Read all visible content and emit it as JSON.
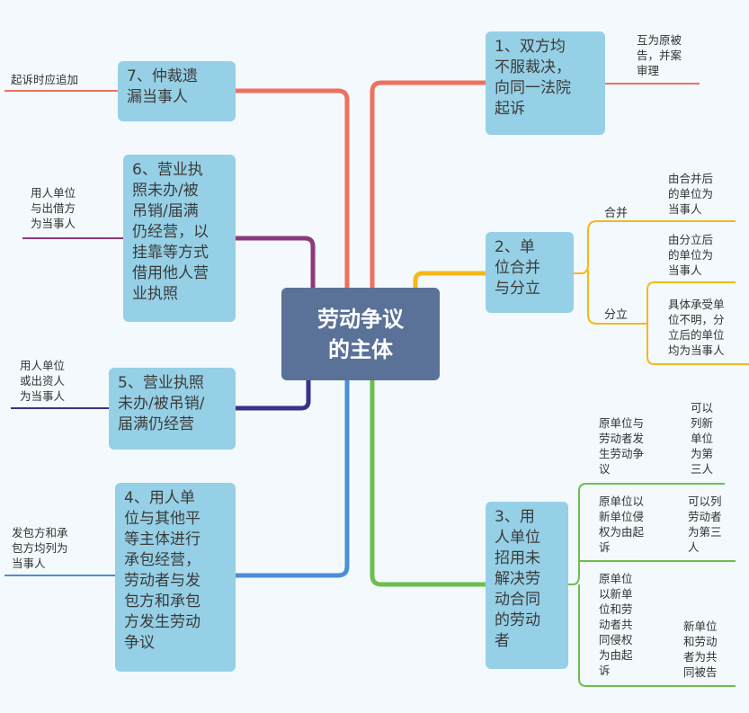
{
  "center": "劳动争议\n的主体",
  "branches": {
    "b1": {
      "label": "1、双方均\n不服裁决，\n向同一法院\n起诉",
      "color": "#f07060",
      "leaf": "互为原被\n告，并案\n审理"
    },
    "b2": {
      "label": "2、单\n位合并\n与分立",
      "color": "#f5b81c",
      "merge_label": "合并",
      "merge_leaf": "由合并后\n的单位为\n当事人",
      "split_label": "分立",
      "split_leaf_1": "由分立后\n的单位为\n当事人",
      "split_leaf_2": "具体承受单\n位不明，分\n立后的单位\n均为当事人"
    },
    "b3": {
      "label": "3、用\n人单位\n招用未\n解决劳\n动合同\n的劳动\n者",
      "color": "#6cbf4f",
      "case1": "原单位与\n劳动者发\n生劳动争\n议",
      "case1_result": "可以\n列新\n单位\n为第\n三人",
      "case2": "原单位以\n新单位侵\n权为由起\n诉",
      "case2_result": "可以列\n劳动者\n为第三\n人",
      "case3": "原单位\n以新单\n位和劳\n动者共\n同侵权\n为由起\n诉",
      "case3_result": "新单位\n和劳动\n者为共\n同被告"
    },
    "b4": {
      "label": "4、用人单\n位与其他平\n等主体进行\n承包经营，\n劳动者与发\n包方和承包\n方发生劳动\n争议",
      "color": "#4a8fd4",
      "leaf": "发包方和承\n包方均列为\n当事人"
    },
    "b5": {
      "label": "5、营业执照\n未办/被吊销/\n届满仍经营",
      "color": "#3d2f8a",
      "leaf": "用人单位\n或出资人\n为当事人"
    },
    "b6": {
      "label": "6、营业执\n照未办/被\n吊销/届满\n仍经营，以\n挂靠等方式\n借用他人营\n业执照",
      "color": "#8c3a7a",
      "leaf": "用人单位\n与出借方\n为当事人"
    },
    "b7": {
      "label": "7、仲裁遗\n漏当事人",
      "color": "#f07060",
      "leaf": "起诉时应追加"
    }
  }
}
